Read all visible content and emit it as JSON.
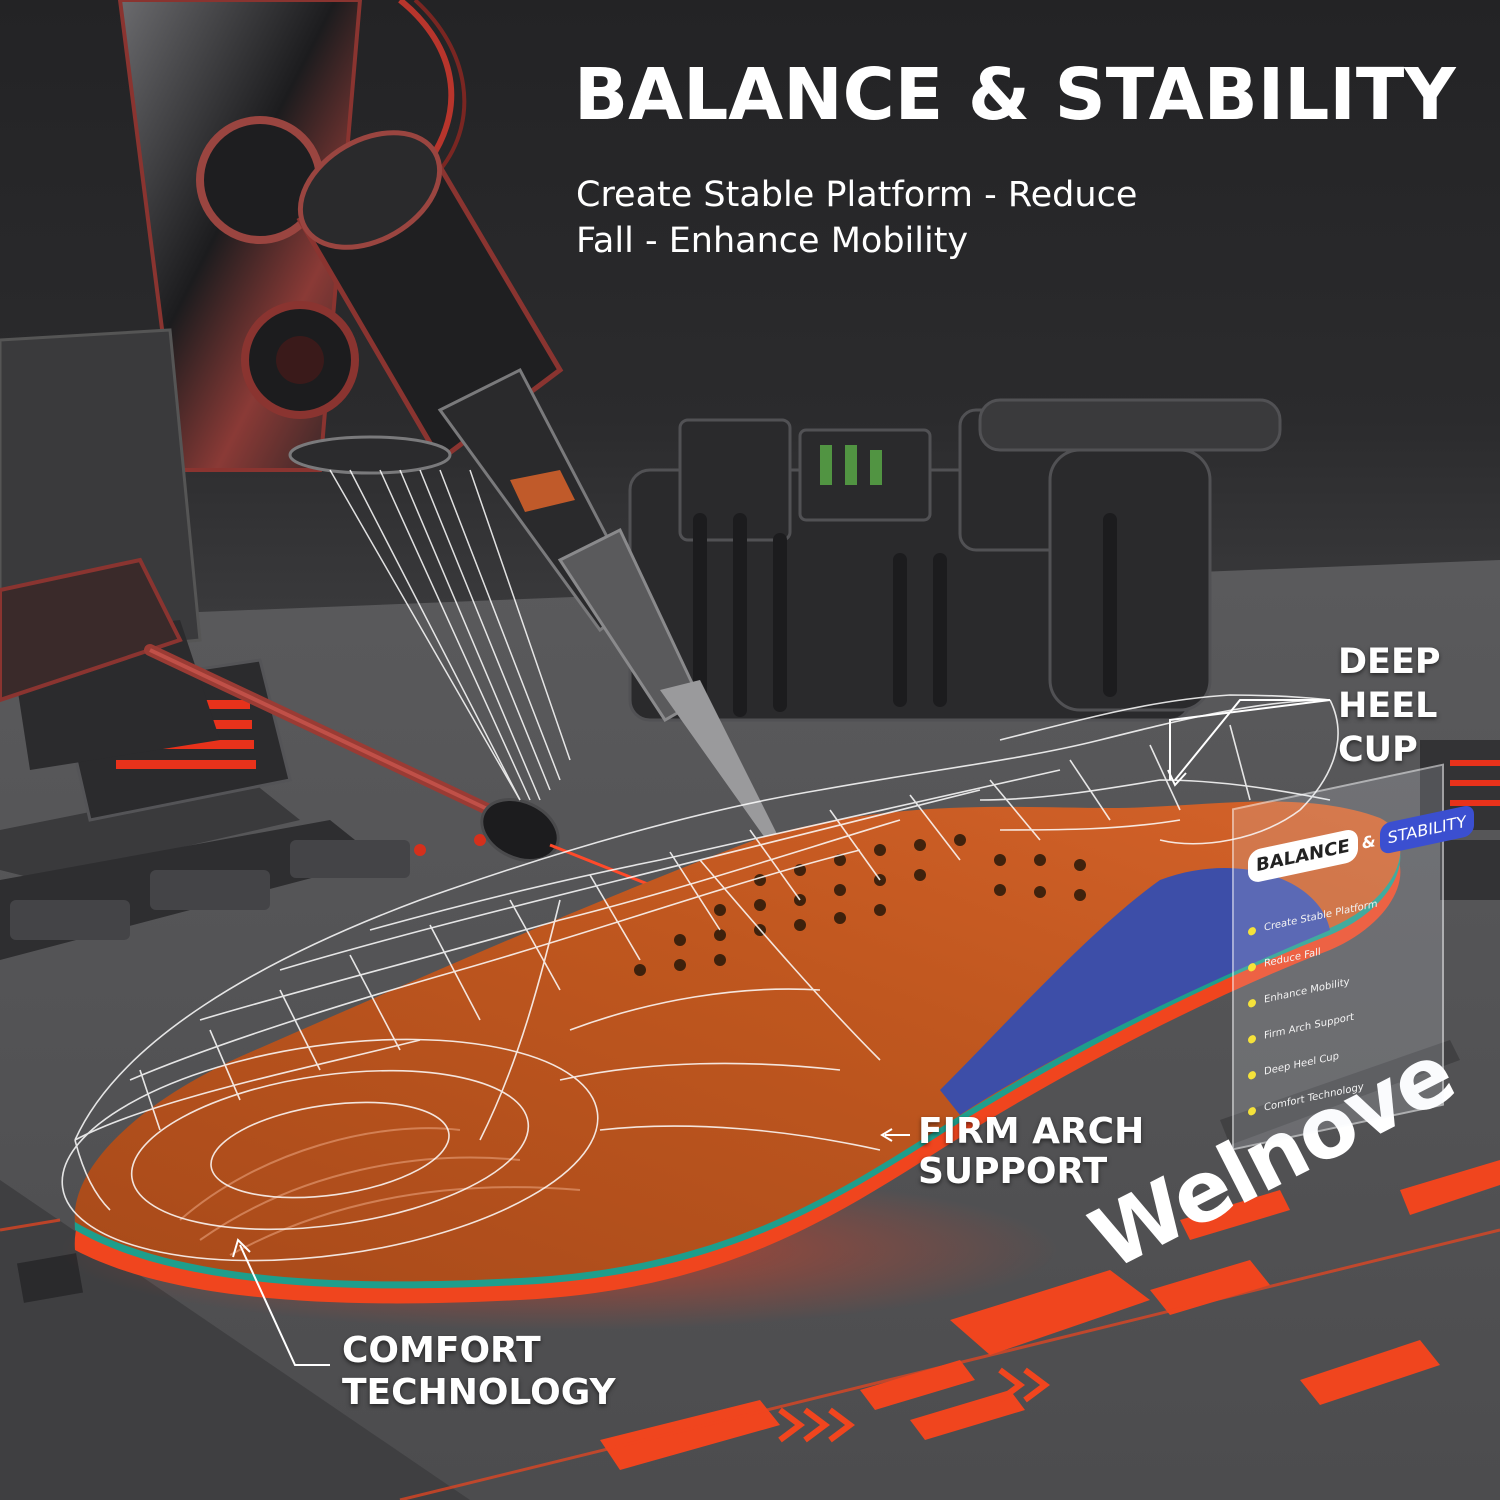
{
  "headline": "BALANCE & STABILITY",
  "subheadline": {
    "line1": "Create Stable Platform - Reduce",
    "line2": "Fall - Enhance Mobility"
  },
  "callouts": {
    "heel": {
      "line1": "DEEP",
      "line2": "HEEL",
      "line3": "CUP"
    },
    "arch": {
      "line1": "FIRM ARCH",
      "line2": "SUPPORT"
    },
    "comfort": {
      "line1": "COMFORT",
      "line2": "TECHNOLOGY"
    }
  },
  "brand": "Welnove",
  "card": {
    "balance": "BALANCE",
    "amp": "&",
    "stability": "STABILITY",
    "items": [
      "Create Stable Platform",
      "Reduce Fall",
      "Enhance Mobility",
      "Firm Arch Support",
      "Deep Heel Cup",
      "Comfort Technology"
    ]
  },
  "colors": {
    "accent_orange": "#f0451e",
    "insole_top": "#b8561f",
    "arch_blue": "#3d4ea8",
    "foam_teal": "#1e9e8c",
    "bullet_yellow": "#f5e23a"
  }
}
